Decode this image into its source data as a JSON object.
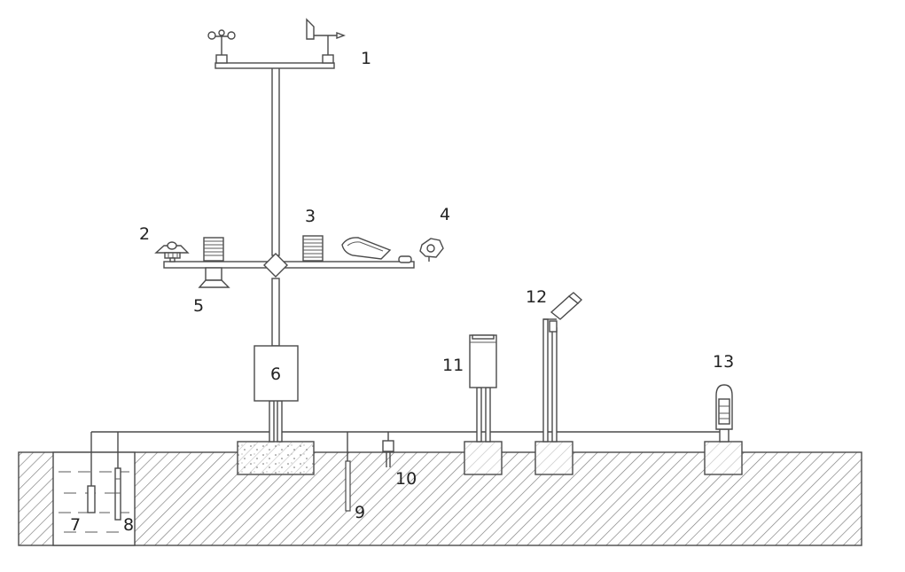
{
  "diagram": {
    "labels": {
      "n1": "1",
      "n2": "2",
      "n3": "3",
      "n4": "4",
      "n5": "5",
      "n6": "6",
      "n7": "7",
      "n8": "8",
      "n9": "9",
      "n10": "10",
      "n11": "11",
      "n12": "12",
      "n13": "13"
    },
    "colors": {
      "line": "#4a4a4a",
      "hatch": "#7a7a7a",
      "background": "#ffffff"
    },
    "ground": {
      "style": "diagonal-hatch"
    },
    "components": [
      {
        "id": "1",
        "icon": "anemometer-and-wind-vane-icon"
      },
      {
        "id": "2",
        "icon": "pyranometer-icon"
      },
      {
        "id": "3",
        "icon": "radiation-shield-icon"
      },
      {
        "id": "4",
        "icon": "rain-gauge-icon"
      },
      {
        "id": "5",
        "icon": "sensor-on-shield-icon"
      },
      {
        "id": "6",
        "icon": "control-box-icon"
      },
      {
        "id": "7",
        "icon": "water-probe-icon"
      },
      {
        "id": "8",
        "icon": "water-level-probe-icon"
      },
      {
        "id": "9",
        "icon": "soil-probe-icon"
      },
      {
        "id": "10",
        "icon": "soil-sensor-icon"
      },
      {
        "id": "11",
        "icon": "cylindrical-sensor-icon"
      },
      {
        "id": "12",
        "icon": "angled-sensor-on-post-icon"
      },
      {
        "id": "13",
        "icon": "tall-sensor-icon"
      }
    ]
  }
}
